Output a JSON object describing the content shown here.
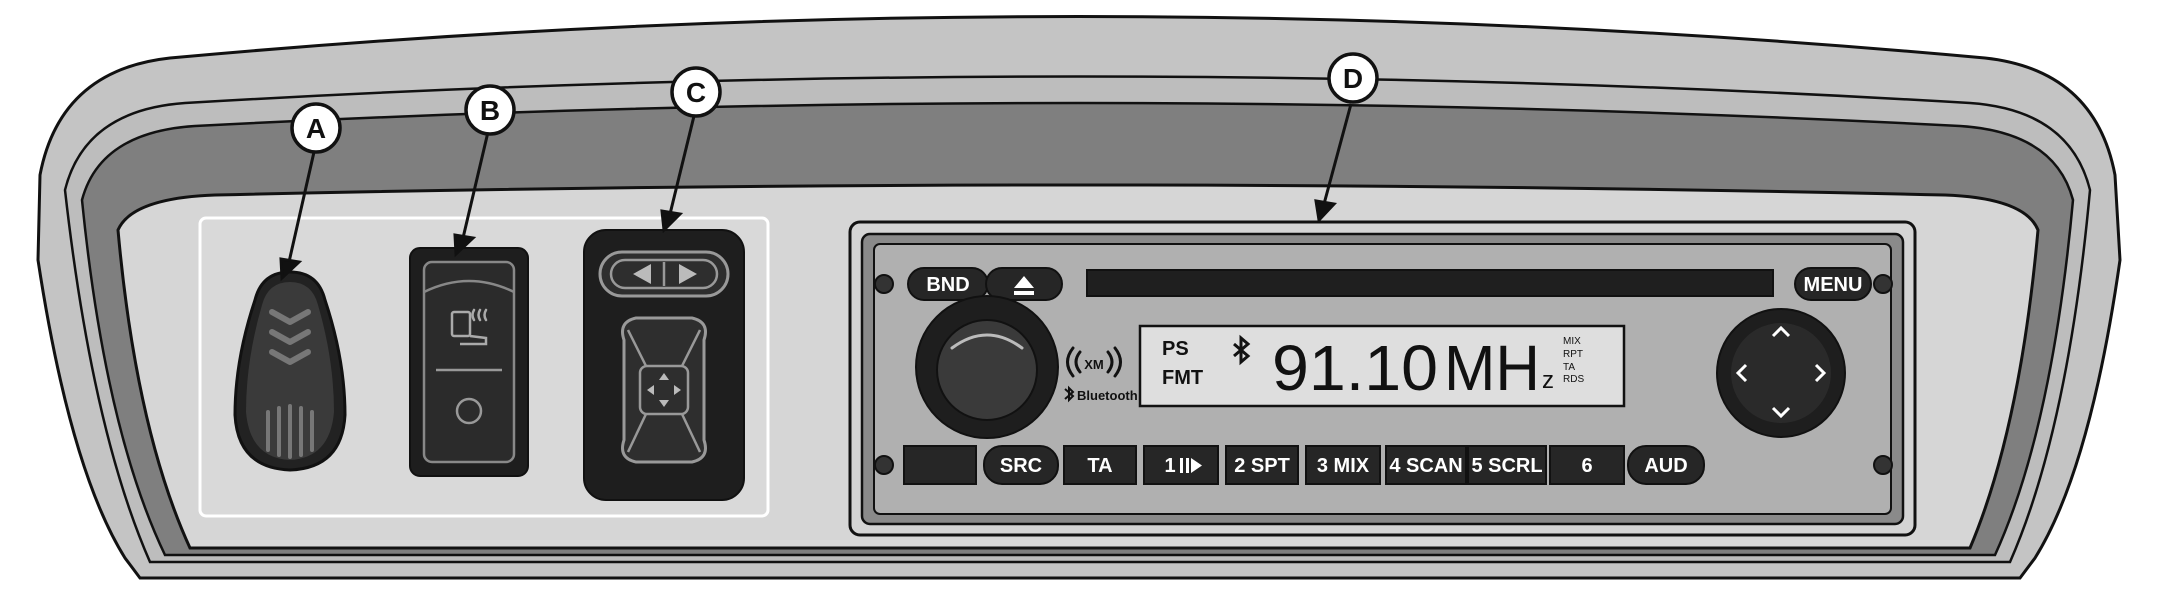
{
  "callouts": {
    "a": "A",
    "b": "B",
    "c": "C",
    "d": "D"
  },
  "radio": {
    "bnd": "BND",
    "menu": "MENU",
    "xm": "XM",
    "bluetooth": "Bluetooth",
    "display": {
      "ps": "PS",
      "fmt": "FMT",
      "frequency": "91.10",
      "unit_main": "MH",
      "unit_sub": "z",
      "mix": "MIX",
      "rpt": "RPT",
      "ta": "TA",
      "rds": "RDS"
    },
    "buttons": {
      "src": "SRC",
      "ta": "TA",
      "b1": "1",
      "b2": "2 SPT",
      "b3": "3 MIX",
      "b4": "4 SCAN",
      "b5": "5 SCRL",
      "b6": "6",
      "aud": "AUD"
    }
  },
  "colors": {
    "bezel": "#c8c8c8",
    "panel": "#d9d9d9",
    "dark": "#1e1e1e",
    "mid": "#7a7a7a",
    "lcd": "#dcdcdc"
  },
  "icons": {
    "a": "heated-grip-icon",
    "b": "heated-seat-icon",
    "c": "mirror-control-icon",
    "d": "radio-icon"
  }
}
